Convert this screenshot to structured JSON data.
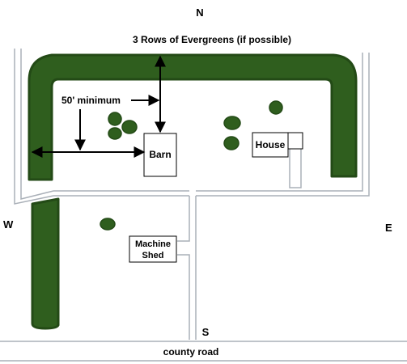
{
  "compass": {
    "north": "N",
    "south": "S",
    "west": "W",
    "east": "E"
  },
  "labels": {
    "evergreens": "3 Rows of Evergreens (if possible)",
    "minimum": "50' minimum",
    "barn": "Barn",
    "house": "House",
    "machine_shed_line1": "Machine",
    "machine_shed_line2": "Shed",
    "road": "county road"
  },
  "colors": {
    "tree": "#2f5e1e",
    "tree_dark": "#234a16",
    "road_line": "#aab0b8",
    "background": "#ffffff",
    "arrow": "#000000"
  }
}
